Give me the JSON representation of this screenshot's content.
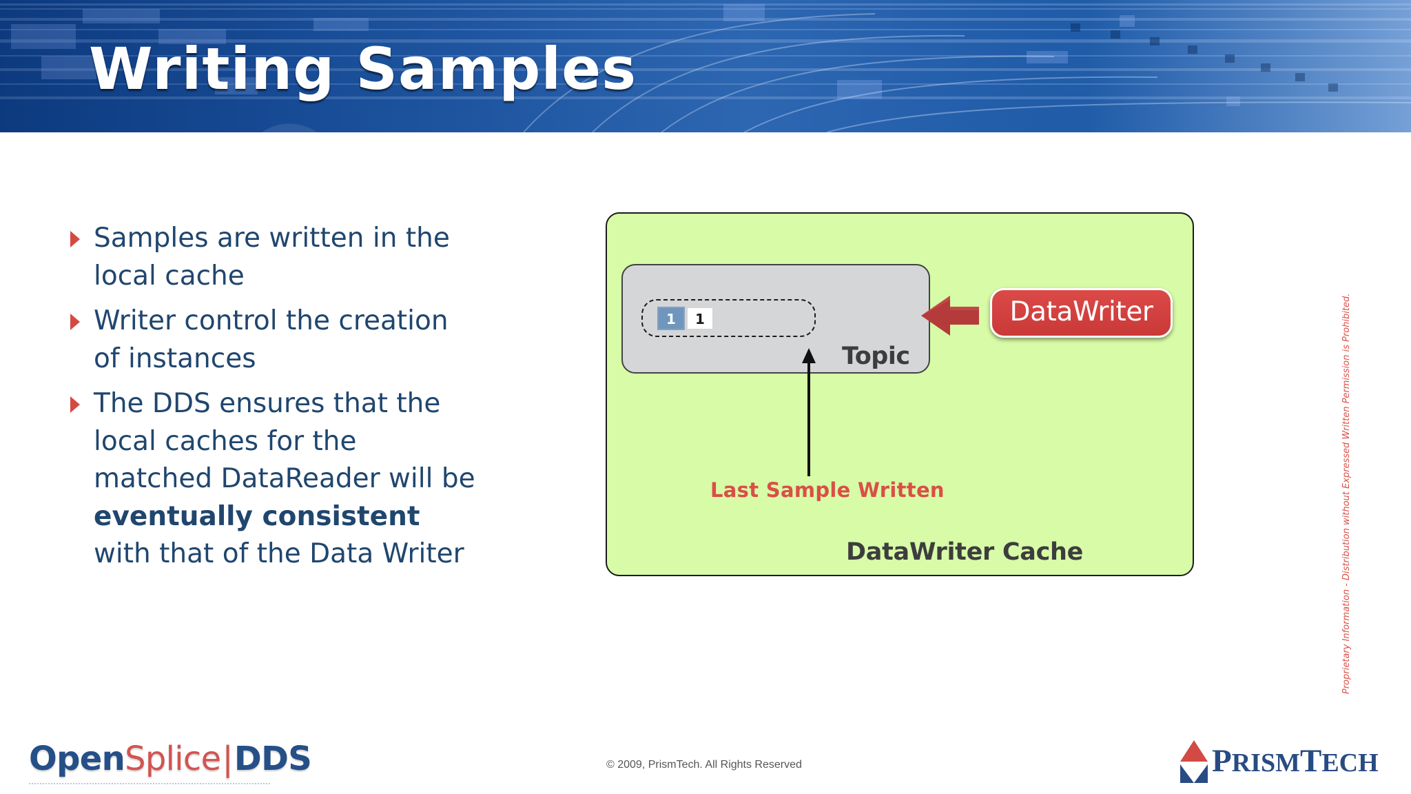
{
  "slide": {
    "title": "Writing Samples",
    "colors": {
      "header": "#1f5ba8",
      "title": "#ffffff",
      "bullet_text": "#20466e",
      "bullet_marker": "#d44a43",
      "cache_fill": "#d7fba7",
      "accent_red": "#d94f46"
    }
  },
  "bullets": [
    {
      "text": "Samples are written in the local cache"
    },
    {
      "text": "Writer control the creation of instances"
    },
    {
      "prefix": "The DDS ensures that the local caches for the matched DataReader will be ",
      "emphasis": "eventually consistent",
      "suffix": " with that of the Data Writer"
    }
  ],
  "diagram": {
    "sample_key": "1",
    "sample_value": "1",
    "topic_label": "Topic",
    "datawriter_label": "DataWriter",
    "last_sample_label": "Last Sample Written",
    "cache_label": "DataWriter Cache",
    "icons": {
      "inbound_arrow": "left-arrow-icon",
      "last_sample_pointer": "up-arrow-icon"
    }
  },
  "footer": {
    "proprietary_note": "Proprietary Information  - Distribution without Expressed Written Permission is Prohibited.",
    "left_logo": {
      "open": "Open",
      "splice": "Splice",
      "separator": "|",
      "dds": "DDS"
    },
    "copyright": "© 2009, PrismTech. All Rights Reserved",
    "prismtech_logo": {
      "text_part_1": "P",
      "text_part_2": "RISM",
      "text_part_3": "T",
      "text_part_4": "ECH",
      "icon": "prismtech-triangle-icon"
    }
  }
}
